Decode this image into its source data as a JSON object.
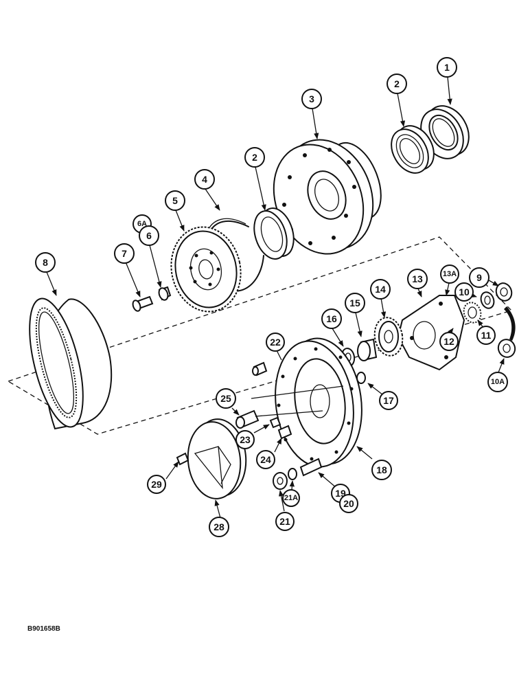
{
  "reference_code": "B901658B",
  "callouts": [
    {
      "id": "c1",
      "label": "1"
    },
    {
      "id": "c2a",
      "label": "2"
    },
    {
      "id": "c3",
      "label": "3"
    },
    {
      "id": "c2b",
      "label": "2"
    },
    {
      "id": "c4",
      "label": "4"
    },
    {
      "id": "c5",
      "label": "5"
    },
    {
      "id": "c6a",
      "label": "6A"
    },
    {
      "id": "c6",
      "label": "6"
    },
    {
      "id": "c7",
      "label": "7"
    },
    {
      "id": "c8",
      "label": "8"
    },
    {
      "id": "c9",
      "label": "9"
    },
    {
      "id": "c13a",
      "label": "13A"
    },
    {
      "id": "c13",
      "label": "13"
    },
    {
      "id": "c10",
      "label": "10"
    },
    {
      "id": "c14",
      "label": "14"
    },
    {
      "id": "c15",
      "label": "15"
    },
    {
      "id": "c16",
      "label": "16"
    },
    {
      "id": "c12",
      "label": "12"
    },
    {
      "id": "c11",
      "label": "11"
    },
    {
      "id": "c10a",
      "label": "10A"
    },
    {
      "id": "c22",
      "label": "22"
    },
    {
      "id": "c17",
      "label": "17"
    },
    {
      "id": "c25",
      "label": "25"
    },
    {
      "id": "c23",
      "label": "23"
    },
    {
      "id": "c24",
      "label": "24"
    },
    {
      "id": "c18",
      "label": "18"
    },
    {
      "id": "c29",
      "label": "29"
    },
    {
      "id": "c28",
      "label": "28"
    },
    {
      "id": "c21a",
      "label": "21A"
    },
    {
      "id": "c21",
      "label": "21"
    },
    {
      "id": "c19",
      "label": "19"
    },
    {
      "id": "c20",
      "label": "20"
    }
  ]
}
